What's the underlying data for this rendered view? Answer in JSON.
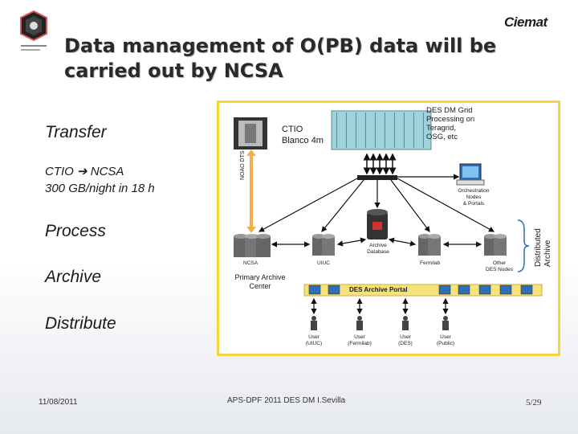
{
  "header": {
    "title": "Data management of  O(PB) data will be carried out by NCSA",
    "logo_right": "Ciemat"
  },
  "left": {
    "transfer": "Transfer",
    "detail_line1": "CTIO ➔ NCSA",
    "detail_line2": "300 GB/night in 18 h",
    "process": "Process",
    "archive": "Archive",
    "distribute": "Distribute"
  },
  "diagram": {
    "ctio_label1": "CTIO",
    "ctio_label2": "Blanco 4m",
    "noao": "NOAO DTS",
    "grid_title1": "DES DM Grid",
    "grid_title2": "Processing on",
    "grid_title3": "Teragrid,",
    "grid_title4": "OSG, etc",
    "orch1": "Orchestration",
    "orch2": "Nodes",
    "orch3": "& Portals",
    "archive_db1": "Archive",
    "archive_db2": "Database",
    "ncsa": "NCSA",
    "uiuc": "UIUC",
    "fermilab": "Fermilab",
    "other1": "Other",
    "other2": "DES Nodes",
    "distributed1": "Distributed",
    "distributed2": "Archive",
    "primary1": "Primary Archive",
    "primary2": "Center",
    "portal": "DES Archive Portal",
    "users": [
      {
        "l1": "User",
        "l2": "(UIUC)"
      },
      {
        "l1": "User",
        "l2": "(Fermilab)"
      },
      {
        "l1": "User",
        "l2": "(DES)"
      },
      {
        "l1": "User",
        "l2": "(Public)"
      }
    ]
  },
  "footer": {
    "date": "11/08/2011",
    "center": "APS-DPF 2011 DES DM I.Sevilla",
    "page": "5/29"
  },
  "colors": {
    "frame": "#f5d343",
    "arrow_orange": "#f3b04a",
    "portal_bar": "#f7e27a"
  }
}
